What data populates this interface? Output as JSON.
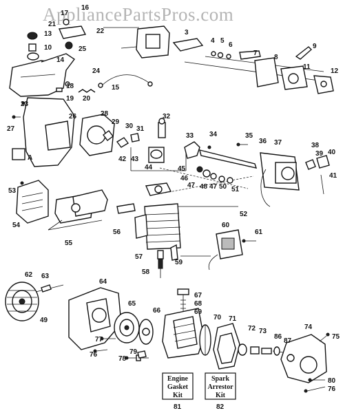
{
  "watermark": "AppliancePartsPros.com",
  "callouts": {
    "n3": "3",
    "n4": "4",
    "n5": "5",
    "n6": "6",
    "n7": "7",
    "n8": "8",
    "n9": "9",
    "n10": "10",
    "n11": "11",
    "n12": "12",
    "n13": "13",
    "n14": "14",
    "n15": "15",
    "n16": "16",
    "n17": "17",
    "n18": "18",
    "n19": "19",
    "n20": "20",
    "n21": "21",
    "n22": "22",
    "n23": "23",
    "n24": "24",
    "n25": "25",
    "n26": "26",
    "n27": "27",
    "n28": "28",
    "n29": "29",
    "n30": "30",
    "n31": "31",
    "n32": "32",
    "n33": "33",
    "n34": "34",
    "n35": "35",
    "n36": "36",
    "n37": "37",
    "n38": "38",
    "n39": "39",
    "n40": "40",
    "n41": "41",
    "n42": "42",
    "n43": "43",
    "n44": "44",
    "n45": "45",
    "n46": "46",
    "n47a": "47",
    "n47b": "47",
    "n48": "48",
    "n49": "49",
    "n50": "50",
    "n51": "51",
    "n52": "52",
    "n53": "53",
    "n54": "54",
    "n55": "55",
    "n56": "56",
    "n57": "57",
    "n58": "58",
    "n59": "59",
    "n60": "60",
    "n61": "61",
    "n62": "62",
    "n63": "63",
    "n64": "64",
    "n65": "65",
    "n66": "66",
    "n67": "67",
    "n68": "68",
    "n69": "69",
    "n70": "70",
    "n71": "71",
    "n72": "72",
    "n73": "73",
    "n74": "74",
    "n75": "75",
    "n76a": "76",
    "n76b": "76",
    "n77": "77",
    "n78": "78",
    "n79": "79",
    "n80": "80",
    "n81": "81",
    "n82": "82",
    "n86": "86",
    "n87": "87",
    "A": "A"
  },
  "kits": {
    "engine_gasket": [
      "Engine",
      "Gasket",
      "Kit"
    ],
    "spark_arrestor": [
      "Spark",
      "Arrestor",
      "Kit"
    ]
  }
}
